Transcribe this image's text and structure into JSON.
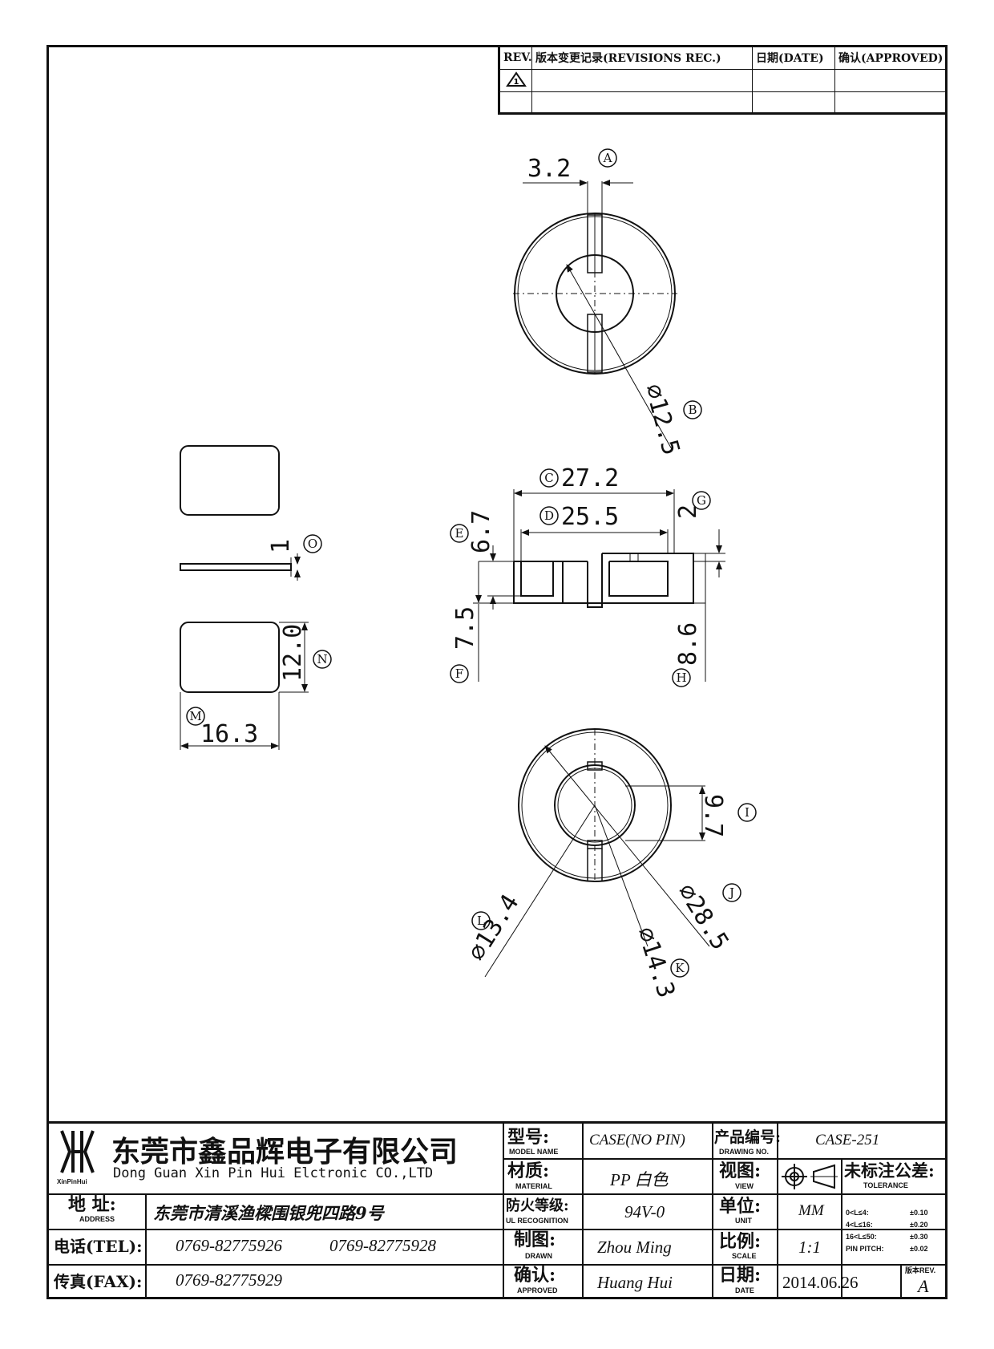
{
  "revisions": {
    "headers": {
      "rev": "REV.",
      "record": "版本变更记录(REVISIONS REC.)",
      "date": "日期(DATE)",
      "approved": "确认(APPROVED)"
    },
    "rows": [
      {
        "rev": "",
        "record": "",
        "date": "",
        "approved": ""
      },
      {
        "rev": "",
        "record": "",
        "date": "",
        "approved": ""
      }
    ]
  },
  "dimensions": {
    "A": {
      "letter": "A",
      "value": "3.2"
    },
    "B": {
      "letter": "B",
      "value": "∅12.5"
    },
    "C": {
      "letter": "C",
      "value": "27.2"
    },
    "D": {
      "letter": "D",
      "value": "25.5"
    },
    "E": {
      "letter": "E",
      "value": "6.7"
    },
    "F": {
      "letter": "F",
      "value": "7.5"
    },
    "G": {
      "letter": "G",
      "value": "2"
    },
    "H": {
      "letter": "H",
      "value": "8.6"
    },
    "I": {
      "letter": "I",
      "value": "9.7"
    },
    "J": {
      "letter": "J",
      "value": "∅28.5"
    },
    "K": {
      "letter": "K",
      "value": "∅14.3"
    },
    "L": {
      "letter": "L",
      "value": "∅13.4"
    },
    "M": {
      "letter": "M",
      "value": "16.3"
    },
    "N": {
      "letter": "N",
      "value": "12.0"
    },
    "O": {
      "letter": "O",
      "value": "1"
    }
  },
  "title_block": {
    "company_cn": "东莞市鑫品辉电子有限公司",
    "company_en": "Dong Guan Xin Pin Hui Elctronic CO.,LTD",
    "logo_text": "XinPinHui",
    "address_label": "地  址:",
    "address_sub": "ADDRESS",
    "address": "东莞市清溪渔樑围银兜四路9号",
    "tel_label": "电话(TEL):",
    "tel1": "0769-82775926",
    "tel2": "0769-82775928",
    "fax_label": "传真(FAX):",
    "fax": "0769-82775929",
    "model_label": "型号:",
    "model_sub": "MODEL NAME",
    "model": "CASE(NO PIN)",
    "material_label": "材质:",
    "material_sub": "MATERIAL",
    "material": "PP 白色",
    "ul_label": "防火等级:",
    "ul_sub": "UL RECOGNITION",
    "ul": "94V-0",
    "drawn_label": "制图:",
    "drawn_sub": "DRAWN",
    "drawn": "Zhou Ming",
    "approved_label": "确认:",
    "approved_sub": "APPROVED",
    "approved": "Huang Hui",
    "drawing_no_label": "产品编号:",
    "drawing_no_sub": "DRAWING NO.",
    "drawing_no": "CASE-251",
    "view_label": "视图:",
    "view_sub": "VIEW",
    "unit_label": "单位:",
    "unit_sub": "UNIT",
    "unit": "MM",
    "scale_label": "比例:",
    "scale_sub": "SCALE",
    "scale": "1:1",
    "date_label": "日期:",
    "date_sub": "DATE",
    "date": "2014.06.26",
    "tolerance_label": "未标注公差:",
    "tolerance_sub": "TOLERANCE",
    "tolerances": [
      {
        "range": "0<L≤4:",
        "value": "±0.10"
      },
      {
        "range": "4<L≤16:",
        "value": "±0.20"
      },
      {
        "range": "16<L≤50:",
        "value": "±0.30"
      },
      {
        "range": "PIN PITCH:",
        "value": "±0.02"
      }
    ],
    "rev_label": "版本REV.",
    "rev": "A"
  }
}
